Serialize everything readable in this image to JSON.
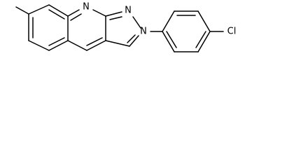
{
  "molecule": {
    "atom_labels": {
      "n1": "N",
      "n2": "N",
      "n3": "N",
      "cl": "Cl"
    },
    "colors": {
      "bond": "#000000",
      "label": "#000000",
      "background": "#ffffff"
    }
  }
}
